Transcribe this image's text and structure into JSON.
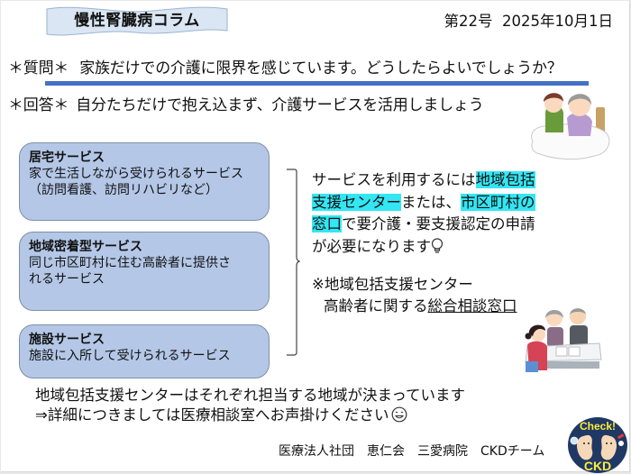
{
  "header": {
    "column_title": "慢性腎臓病コラム",
    "issue_label": "第22号",
    "date": "2025年10月1日"
  },
  "question": {
    "label": "＊質問＊",
    "text": "家族だけでの介護に限界を感じています。どうしたらよいでしょうか？"
  },
  "answer": {
    "label": "＊回答＊",
    "text": "自分たちだけで抱え込まず、介護サービスを活用しましょう"
  },
  "services": [
    {
      "title": "居宅サービス",
      "lines": [
        "家で生活しながら受けられるサービス",
        "（訪問看護、訪問リハビリなど）"
      ]
    },
    {
      "title": "地域密着型サービス",
      "lines": [
        "同じ市区町村に住む高齢者に提供さ",
        "れるサービス"
      ]
    },
    {
      "title": "施設サービス",
      "lines": [
        "施設に入所して受けられるサービス"
      ]
    }
  ],
  "info": {
    "line1_plain": "サービスを利用するには",
    "line1_hl": "地域包括",
    "line2_hl": "支援センター",
    "line2_plain": "または、",
    "line2_hl2": "市区町村の",
    "line3_hl": "窓口",
    "line3_plain": "で要介護・要支援認定の申請",
    "line4_plain": "が必要になります",
    "line4_icon": "lightbulb-icon"
  },
  "note": {
    "line1": "※地域包括支援センター",
    "line2_plain": "高齢者に関する",
    "line2_underline": "総合相談窓口"
  },
  "bottom": {
    "line1": "地域包括支援センターはそれぞれ担当する地域が決まっています",
    "line2": "⇒詳細につきましては医療相談室へお声掛けください",
    "line2_icon": "smiley-icon"
  },
  "footer": {
    "org": "医療法人社団　恵仁会　三愛病院　CKDチーム"
  },
  "badge": {
    "top_text": "Check!",
    "bottom_text": "CKD"
  },
  "colors": {
    "rule_blue": "#4472c4",
    "box_blue": "#b4c7e7",
    "highlight_cyan": "#33e6f4",
    "banner_fill": "#dae6f3",
    "badge_navy": "#1f3864",
    "badge_yellow": "#ffeb3b"
  }
}
